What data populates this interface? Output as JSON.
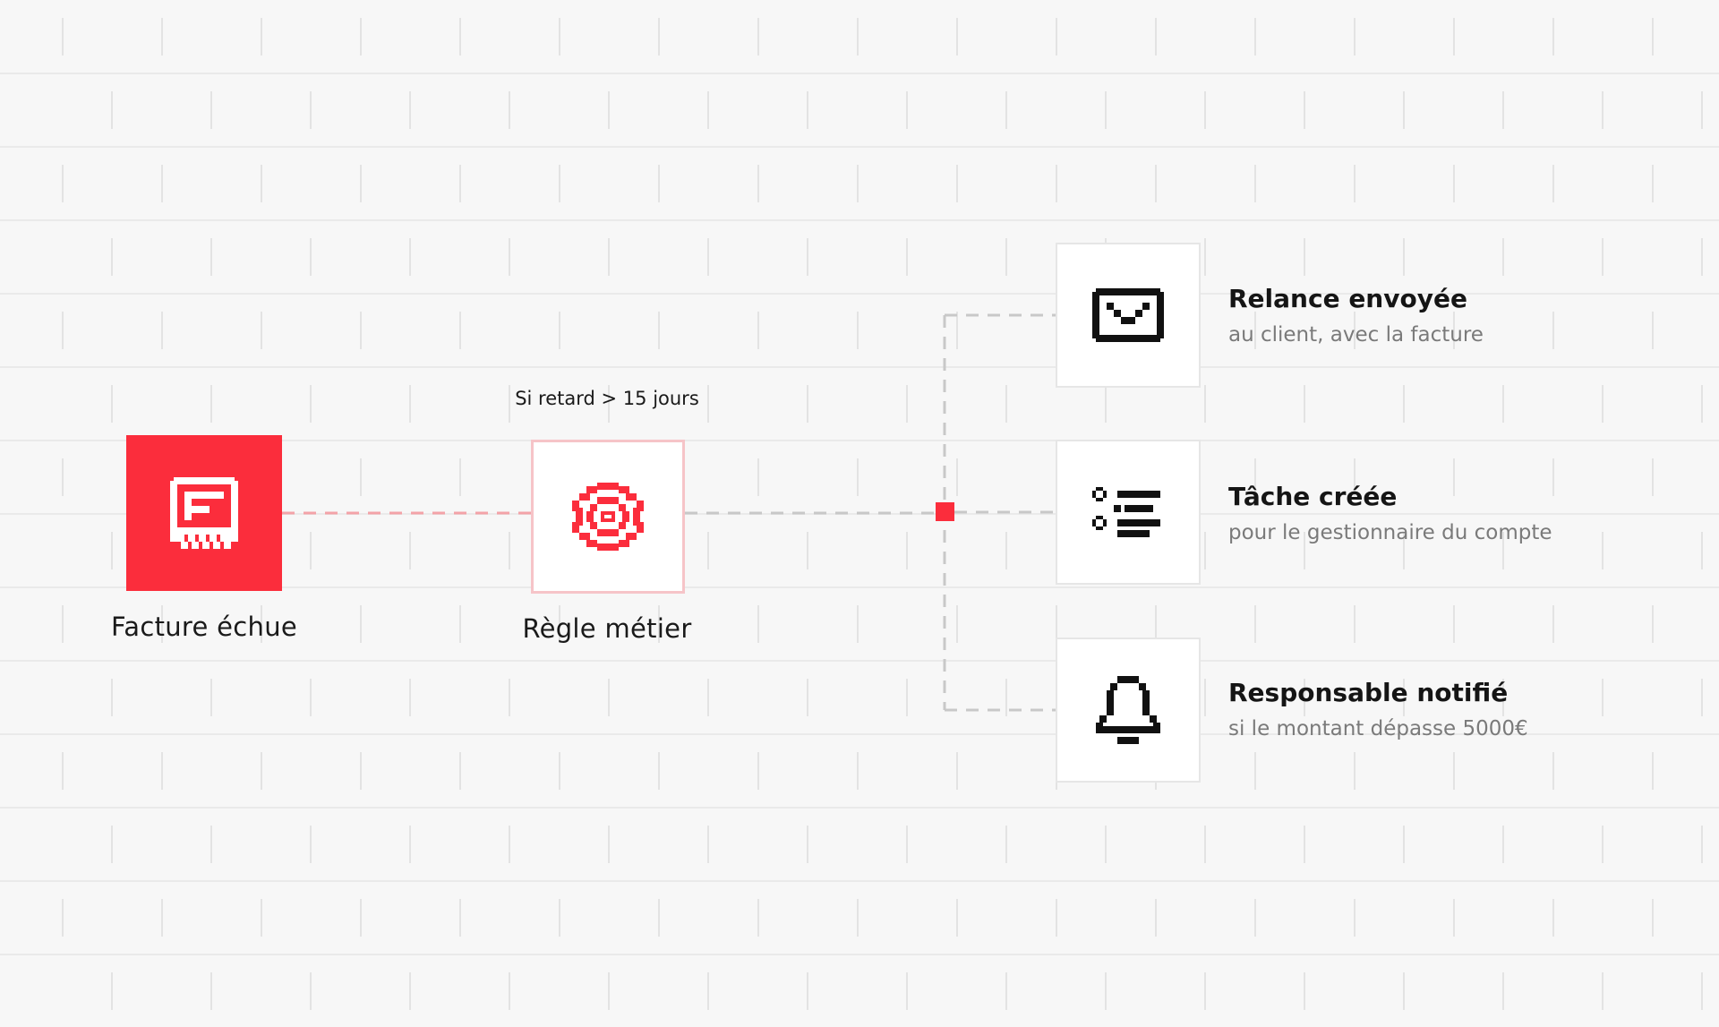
{
  "trigger": {
    "label": "Facture échue",
    "icon": "invoice-icon",
    "color": "#fb2d3c"
  },
  "rule": {
    "condition": "Si retard > 15 jours",
    "label": "Règle métier",
    "icon": "gear-icon",
    "icon_color": "#fb2d3c",
    "border_color": "#f6c4c8"
  },
  "actions": [
    {
      "icon": "envelope-icon",
      "title": "Relance envoyée",
      "subtitle": "au client, avec la facture"
    },
    {
      "icon": "task-list-icon",
      "title": "Tâche créée",
      "subtitle": "pour le gestionnaire du compte"
    },
    {
      "icon": "bell-icon",
      "title": "Responsable notifié",
      "subtitle": "si le montant dépasse 5000€"
    }
  ],
  "colors": {
    "accent": "#fb2d3c",
    "background": "#f7f7f7",
    "connector_red": "#f3a3a8",
    "connector_gray": "#c8c8c8",
    "text_primary": "#151515",
    "text_secondary": "#7a7a7a"
  }
}
